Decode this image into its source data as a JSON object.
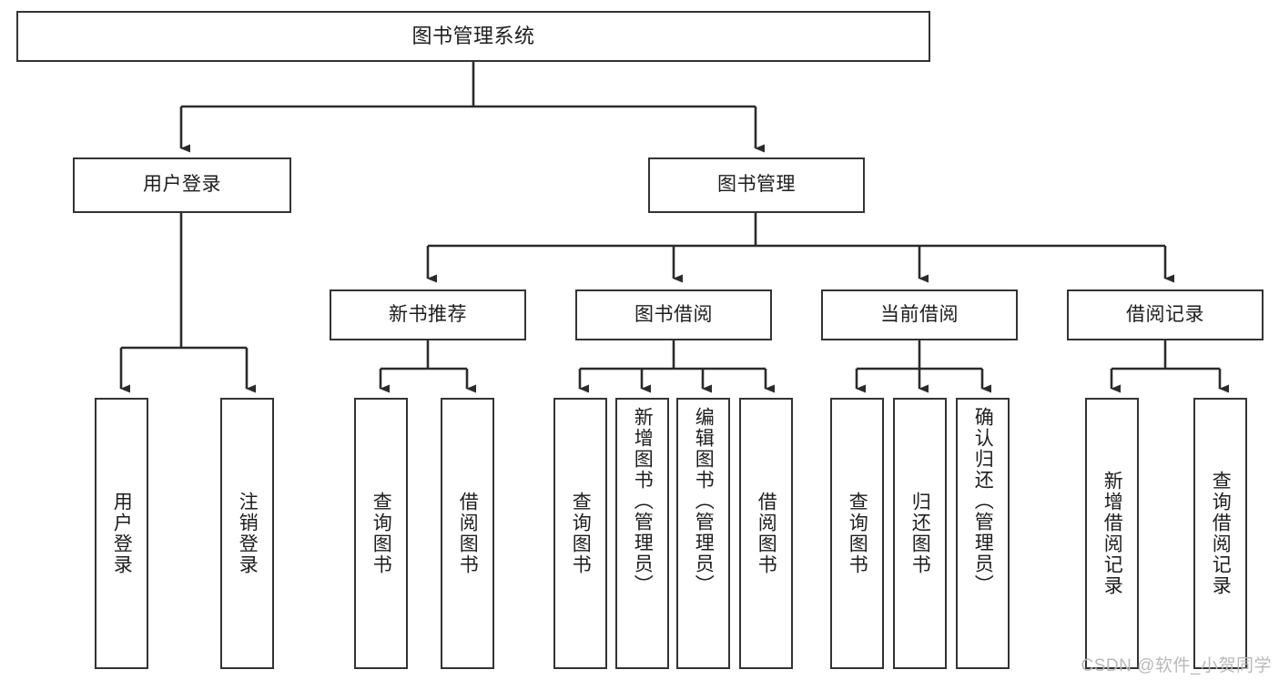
{
  "diagram": {
    "type": "hierarchy-tree",
    "title": "图书管理系统",
    "watermark": "CSDN @软件_小贺同学",
    "colors": {
      "box_border": "#333333",
      "box_fill": "#ffffff",
      "text": "#1d1d1d",
      "connector": "#2b2b2b",
      "watermark": "#b9b9b9"
    },
    "levels": {
      "level1": [
        {
          "id": "root",
          "label": "图书管理系统"
        }
      ],
      "level2": [
        {
          "id": "user-login",
          "label": "用户登录",
          "parent": "root"
        },
        {
          "id": "book-manage",
          "label": "图书管理",
          "parent": "root"
        }
      ],
      "level3": [
        {
          "id": "new-book-rec",
          "label": "新书推荐",
          "parent": "book-manage"
        },
        {
          "id": "book-borrow",
          "label": "图书借阅",
          "parent": "book-manage"
        },
        {
          "id": "current-borrow",
          "label": "当前借阅",
          "parent": "book-manage"
        },
        {
          "id": "borrow-record",
          "label": "借阅记录",
          "parent": "book-manage"
        }
      ],
      "leaves": [
        {
          "id": "leaf-user-login",
          "label": "用户登录",
          "parent": "user-login"
        },
        {
          "id": "leaf-user-logout",
          "label": "注销登录",
          "parent": "user-login"
        },
        {
          "id": "leaf-rec-query-book",
          "label": "查询图书",
          "parent": "new-book-rec"
        },
        {
          "id": "leaf-rec-borrow-book",
          "label": "借阅图书",
          "parent": "new-book-rec"
        },
        {
          "id": "leaf-borrow-query-book",
          "label": "查询图书",
          "parent": "book-borrow"
        },
        {
          "id": "leaf-borrow-add-book",
          "label": "新增图书（管理员）",
          "parent": "book-borrow"
        },
        {
          "id": "leaf-borrow-edit-book",
          "label": "编辑图书（管理员）",
          "parent": "book-borrow"
        },
        {
          "id": "leaf-borrow-borrow-book",
          "label": "借阅图书",
          "parent": "book-borrow"
        },
        {
          "id": "leaf-current-query-book",
          "label": "查询图书",
          "parent": "current-borrow"
        },
        {
          "id": "leaf-current-return-book",
          "label": "归还图书",
          "parent": "current-borrow"
        },
        {
          "id": "leaf-current-confirm-return",
          "label": "确认归还（管理员）",
          "parent": "current-borrow"
        },
        {
          "id": "leaf-record-add",
          "label": "新增借阅记录",
          "parent": "borrow-record"
        },
        {
          "id": "leaf-record-query",
          "label": "查询借阅记录",
          "parent": "borrow-record"
        }
      ]
    }
  }
}
